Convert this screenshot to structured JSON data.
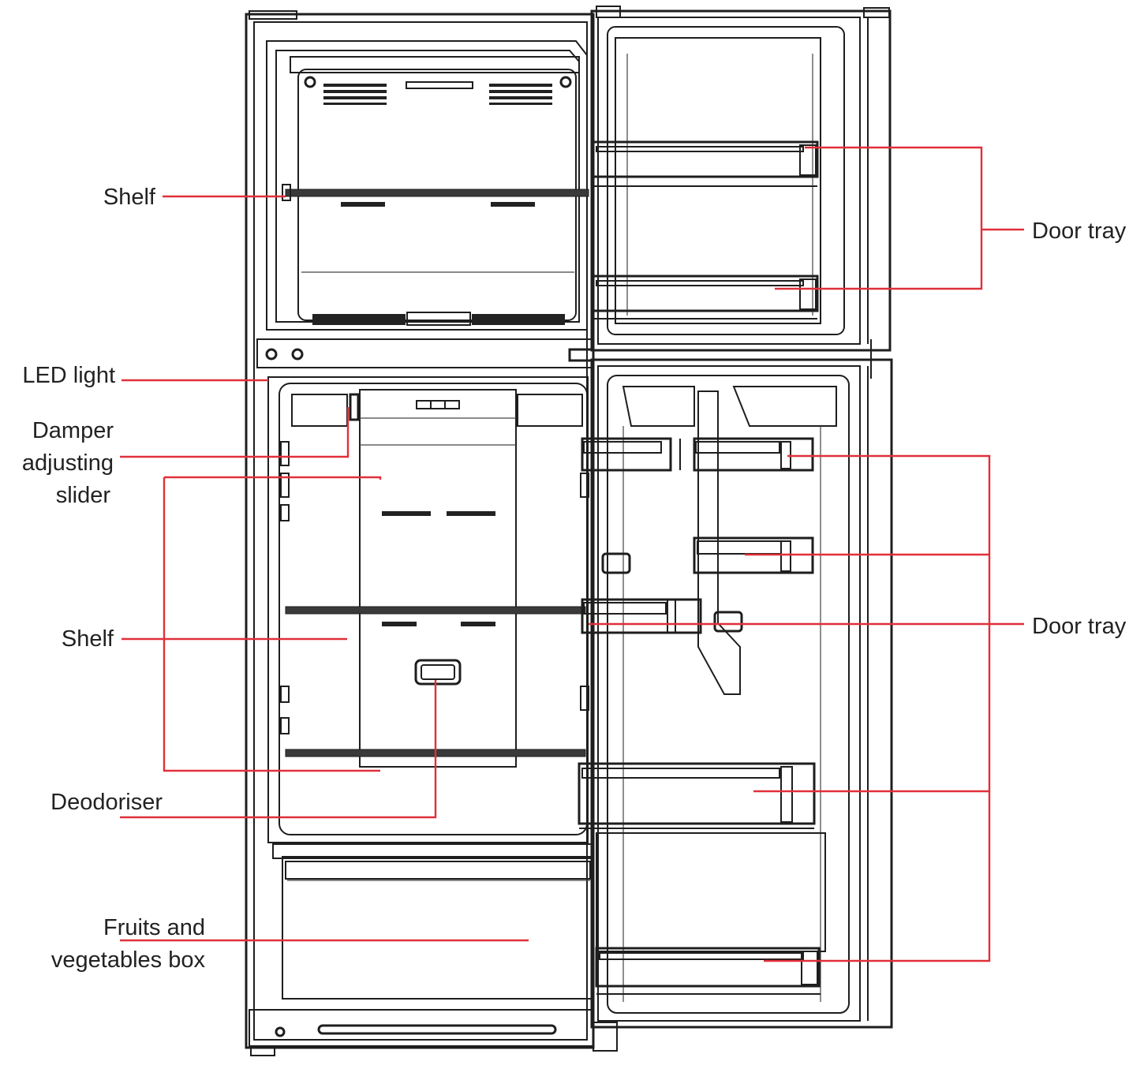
{
  "colors": {
    "leader": "#e0303a",
    "outline": "#1e1e1e"
  },
  "labels": {
    "shelf_freezer": "Shelf",
    "door_tray_top": "Door tray",
    "led_light": "LED light",
    "damper_line1": "Damper",
    "damper_line2": "adjusting",
    "damper_line3": "slider",
    "shelf_fridge": "Shelf",
    "door_tray_bottom": "Door tray",
    "deodoriser": "Deodoriser",
    "fruits_line1": "Fruits and",
    "fruits_line2": "vegetables box"
  }
}
